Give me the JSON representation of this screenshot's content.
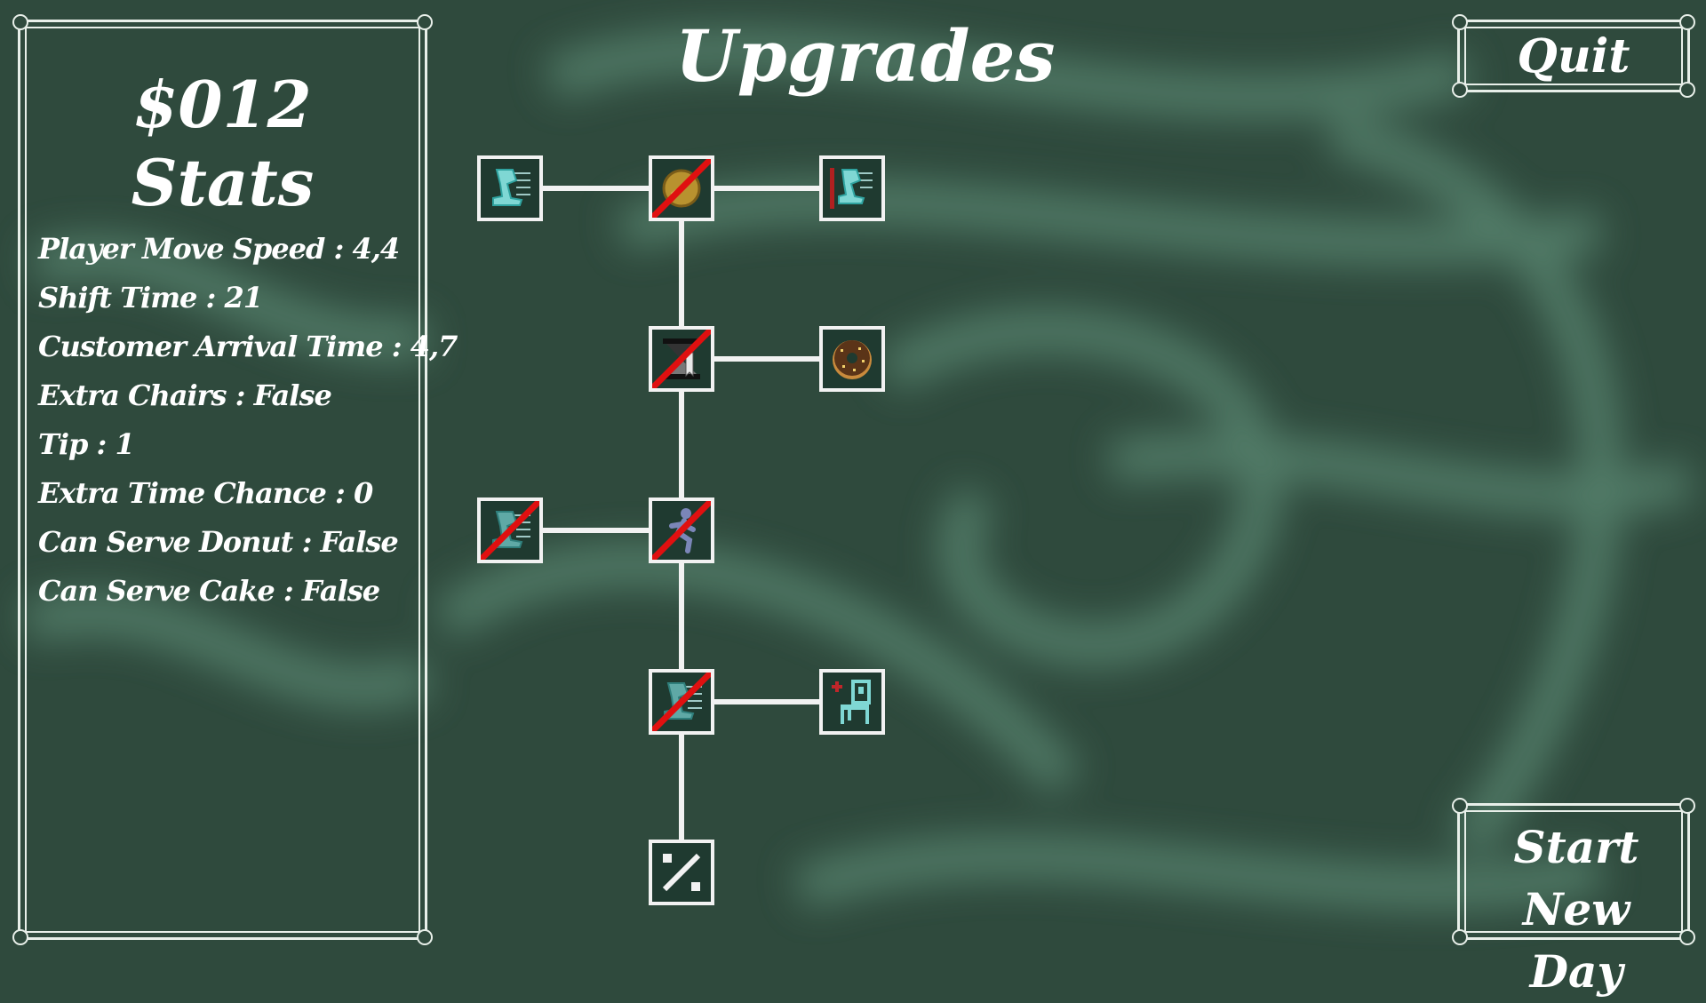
{
  "money": "$012",
  "stats": {
    "title": "Stats",
    "items": [
      "Player Move Speed : 4,4",
      "Shift Time : 21",
      "Customer Arrival Time : 4,7",
      "Extra Chairs : False",
      "Tip : 1",
      "Extra Time Chance : 0",
      "Can Serve Donut : False",
      "Can Serve Cake : False"
    ]
  },
  "title": "Upgrades",
  "buttons": {
    "quit": "Quit",
    "start_line1": "Start New",
    "start_line2": "Day"
  },
  "colors": {
    "background": "#2f4a3d",
    "accent": "#7fd7d4",
    "locked": "#e01010",
    "text": "#ffffff"
  },
  "upgrades": [
    {
      "icon": "speed-boot-icon",
      "locked": false
    },
    {
      "icon": "coin-icon",
      "locked": true
    },
    {
      "icon": "speed-boot-flag-icon",
      "locked": false
    },
    {
      "icon": "hourglass-icon",
      "locked": true
    },
    {
      "icon": "donut-icon",
      "locked": false
    },
    {
      "icon": "speed-boot-icon",
      "locked": true
    },
    {
      "icon": "running-man-icon",
      "locked": true
    },
    {
      "icon": "speed-boot-icon",
      "locked": true
    },
    {
      "icon": "add-chair-icon",
      "locked": false
    },
    {
      "icon": "percent-icon",
      "locked": false
    }
  ]
}
